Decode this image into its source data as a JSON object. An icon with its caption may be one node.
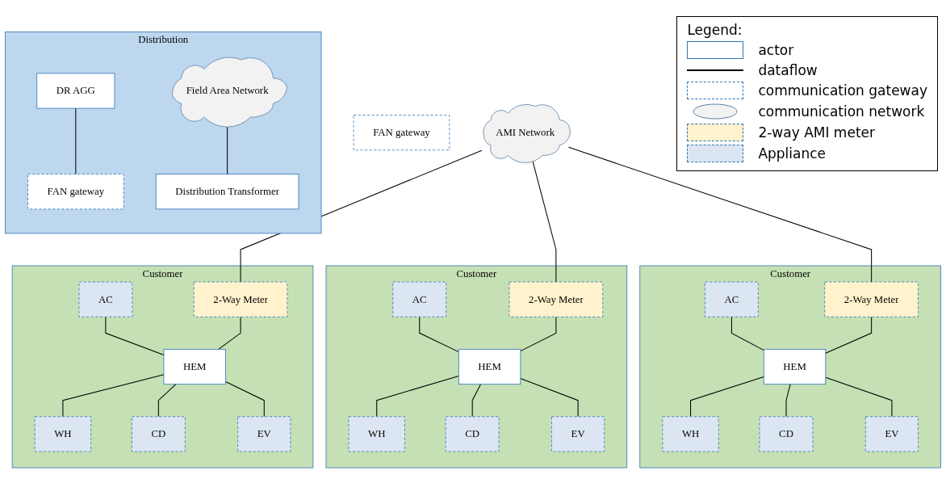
{
  "diagram": {
    "nodes": [
      {
        "text": [
          "Distribution"
        ]
      },
      {
        "text": [
          "DR AGG"
        ],
        "in": 0
      },
      {
        "text": [
          "FAN gateway"
        ],
        "in": 0
      },
      {
        "text": [
          "Field Area Network"
        ],
        "in": 0
      },
      {
        "text": [
          "Distribution Transformer"
        ],
        "in": 0
      },
      {
        "text": [
          "FAN gateway"
        ]
      },
      {
        "text": [
          "AMI Network"
        ]
      },
      {
        "text": [
          "Customer"
        ]
      },
      {
        "text": [
          "2-Way Meter"
        ],
        "in": 7
      },
      {
        "text": [
          "AC"
        ],
        "in": 7
      },
      {
        "text": [
          "HEM"
        ],
        "in": 7
      },
      {
        "text": [
          "WH"
        ],
        "in": 7
      },
      {
        "text": [
          "CD"
        ],
        "in": 7
      },
      {
        "text": [
          "EV"
        ],
        "in": 7
      },
      {
        "text": [
          "Customer"
        ]
      },
      {
        "text": [
          "2-Way Meter"
        ],
        "in": 14
      },
      {
        "text": [
          "AC"
        ],
        "in": 14
      },
      {
        "text": [
          "HEM"
        ],
        "in": 14
      },
      {
        "text": [
          "WH"
        ],
        "in": 14
      },
      {
        "text": [
          "CD"
        ],
        "in": 14
      },
      {
        "text": [
          "EV"
        ],
        "in": 14
      },
      {
        "text": [
          "Customer"
        ]
      },
      {
        "text": [
          "2-Way Meter"
        ],
        "in": 21
      },
      {
        "text": [
          "AC"
        ],
        "in": 21
      },
      {
        "text": [
          "HEM"
        ],
        "in": 21
      },
      {
        "text": [
          "WH"
        ],
        "in": 21
      },
      {
        "text": [
          "CD"
        ],
        "in": 21
      },
      {
        "text": [
          "EV"
        ],
        "in": 21
      }
    ],
    "edges": [
      {
        "from": 1,
        "to": 2,
        "arrow": "none"
      },
      {
        "from": 3,
        "to": 4,
        "arrow": "none"
      },
      {
        "from": 6,
        "to": 8,
        "arrow": "none"
      },
      {
        "from": 6,
        "to": 15,
        "arrow": "none"
      },
      {
        "from": 6,
        "to": 22,
        "arrow": "none"
      },
      {
        "from": 9,
        "to": 10,
        "arrow": "none"
      },
      {
        "from": 8,
        "to": 10,
        "arrow": "none"
      },
      {
        "from": 10,
        "to": 11,
        "arrow": "none"
      },
      {
        "from": 10,
        "to": 12,
        "arrow": "none"
      },
      {
        "from": 10,
        "to": 13,
        "arrow": "none"
      },
      {
        "from": 16,
        "to": 17,
        "arrow": "none"
      },
      {
        "from": 15,
        "to": 17,
        "arrow": "none"
      },
      {
        "from": 17,
        "to": 18,
        "arrow": "none"
      },
      {
        "from": 17,
        "to": 19,
        "arrow": "none"
      },
      {
        "from": 17,
        "to": 20,
        "arrow": "none"
      },
      {
        "from": 23,
        "to": 24,
        "arrow": "none"
      },
      {
        "from": 22,
        "to": 24,
        "arrow": "none"
      },
      {
        "from": 24,
        "to": 25,
        "arrow": "none"
      },
      {
        "from": 24,
        "to": 26,
        "arrow": "none"
      },
      {
        "from": 24,
        "to": 27,
        "arrow": "none"
      }
    ],
    "labels": [
      "Legend:"
    ],
    "legend": [
      {
        "text": "actor"
      },
      {
        "text": "dataflow"
      },
      {
        "text": "communication gateway"
      },
      {
        "text": "communication network"
      },
      {
        "text": "2-way AMI meter",
        "color": "#fff2cc"
      },
      {
        "text": "Appliance",
        "color": "#dce6f2"
      }
    ]
  }
}
